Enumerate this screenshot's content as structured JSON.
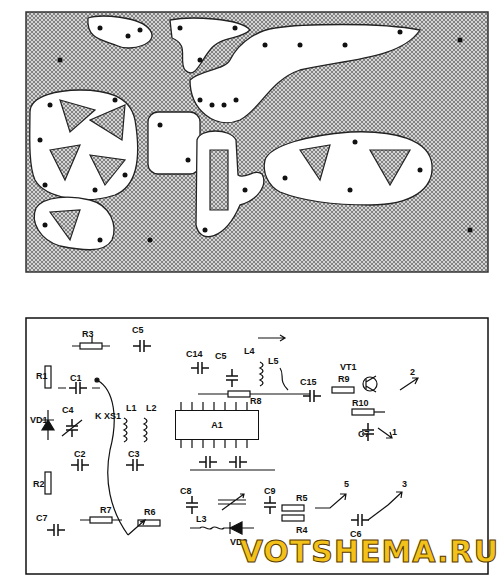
{
  "diagram": {
    "nodes": [
      {
        "text": [
          "A1"
        ]
      }
    ],
    "labels": [
      "R3",
      "C5",
      "C14",
      "C5",
      "L4",
      "L5",
      "VT1",
      "2",
      "R1",
      "C1",
      "C15",
      "R9",
      "R10",
      "VD1",
      "C4",
      "K XS1",
      "L1",
      "L2",
      "C7",
      "1",
      "R8",
      "C2",
      "C3",
      "R2",
      "C8",
      "C9",
      "R5",
      "5",
      "3",
      "R7",
      "R6",
      "L3",
      "VD2",
      "R4",
      "C6",
      "C7",
      "VOTSHEMA.RU"
    ]
  }
}
